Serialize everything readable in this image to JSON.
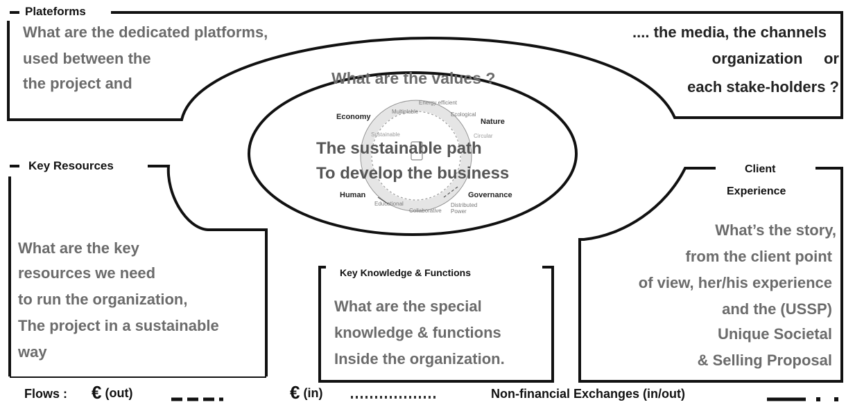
{
  "plateforms": {
    "title": "Plateforms",
    "left_lines": [
      "What are the dedicated platforms,",
      "used between the",
      "the project and"
    ],
    "right_lines": [
      ".... the media, the channels",
      "organization     or",
      "each stake-holders ?"
    ]
  },
  "values": {
    "question": "What are the values ?",
    "lines": [
      "The sustainable path",
      "To develop the business"
    ],
    "wheel": {
      "economy": "Economy",
      "nature": "Nature",
      "human": "Human",
      "governance": "Governance",
      "small_labels": [
        "Multiplable",
        "Energy efficient",
        "Ecological",
        "Sustainable",
        "Circular",
        "Educational",
        "Collaborative",
        "Distributed Power"
      ]
    }
  },
  "key_resources": {
    "title": "Key Resources",
    "lines": [
      "What are the key",
      "resources we need",
      "to run the organization,",
      "The project in a sustainable",
      "way"
    ]
  },
  "key_knowledge": {
    "title": "Key Knowledge & Functions",
    "lines": [
      "What are the special",
      "knowledge & functions",
      "Inside the organization."
    ]
  },
  "client_experience": {
    "title_lines": [
      "Client",
      "Experience"
    ],
    "lines": [
      "What’s the story,",
      "from the client point",
      "of view, her/his experience",
      "and the (USSP)",
      "Unique Societal",
      "& Selling Proposal"
    ]
  },
  "legend": {
    "flows_label": "Flows :",
    "euro_out_symbol": "€",
    "euro_out_label": "(out)",
    "euro_in_symbol": "€",
    "euro_in_label": "(in)",
    "non_financial_label": "Non-financial Exchanges (in/out)"
  },
  "colors": {
    "line": "#111111",
    "question_text": "#6b6b6b",
    "wheel_fade": "#cfcfcf"
  }
}
